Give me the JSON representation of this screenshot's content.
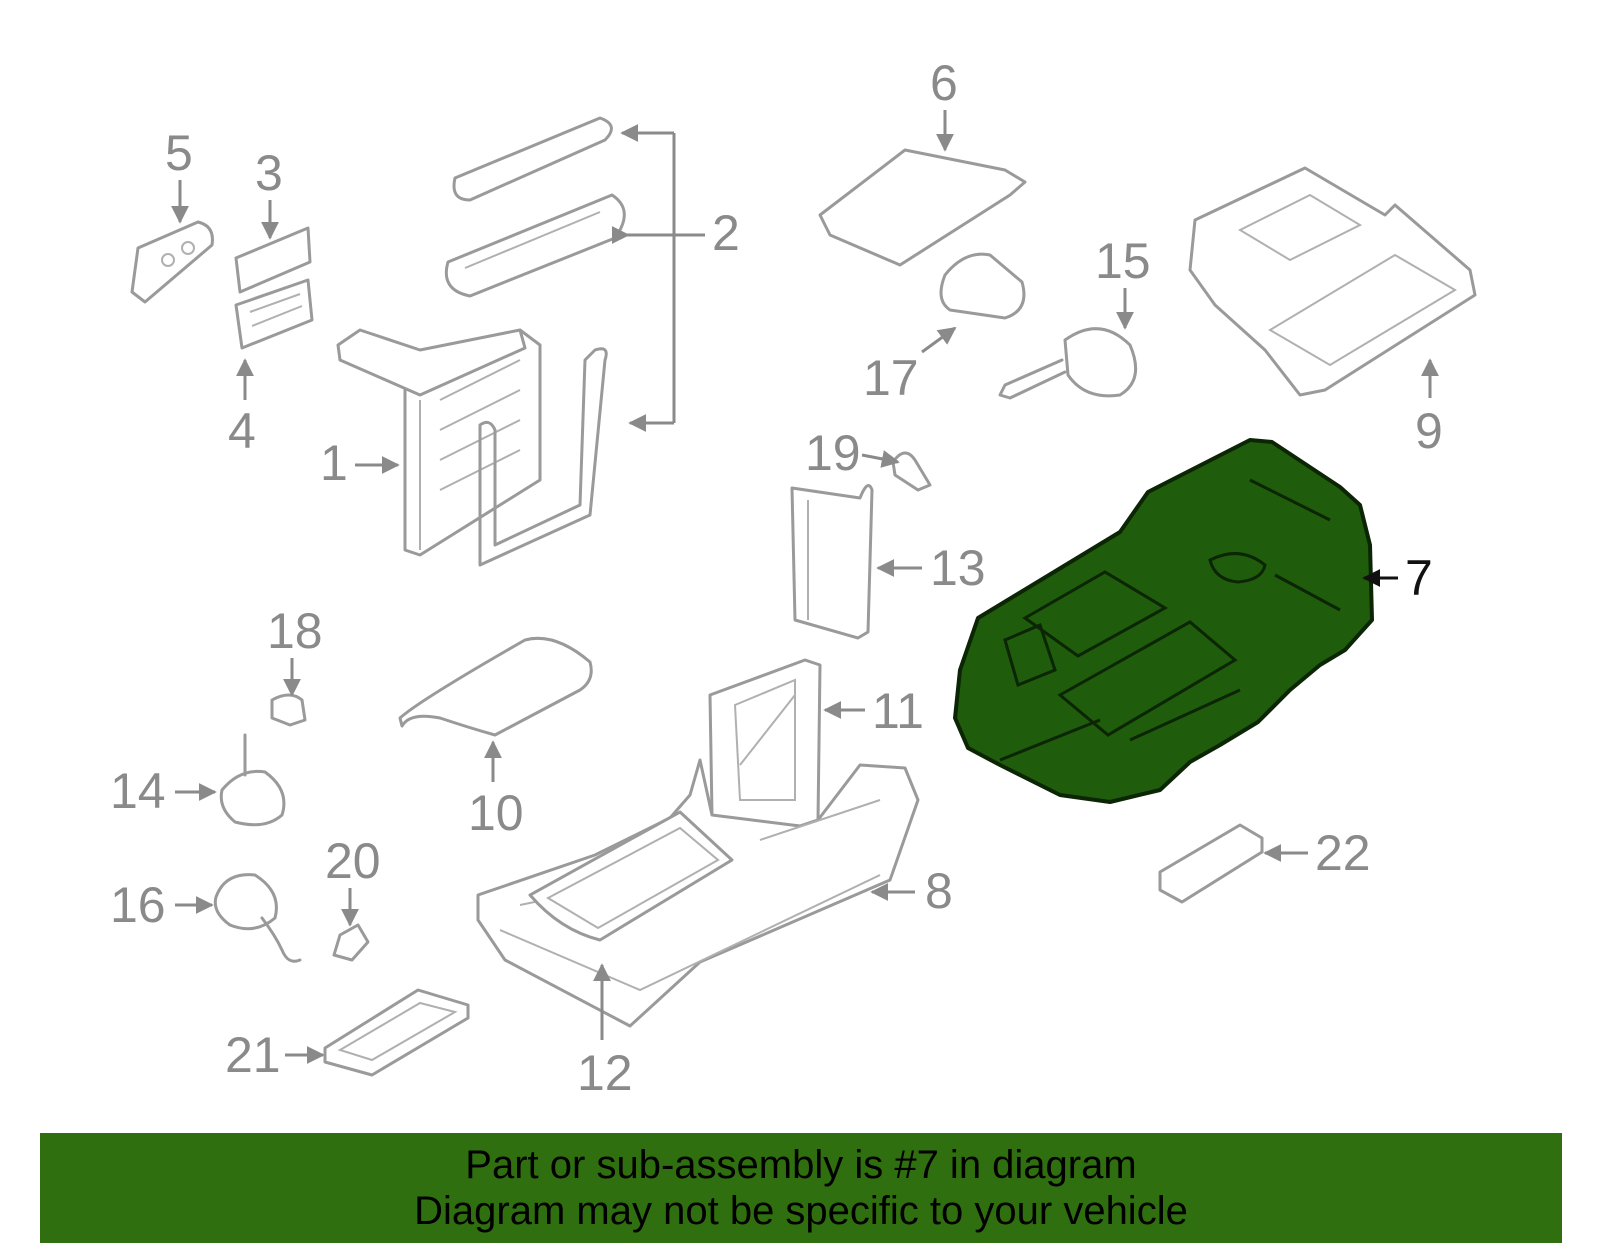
{
  "callouts": {
    "c1": "1",
    "c2": "2",
    "c3": "3",
    "c4": "4",
    "c5": "5",
    "c6": "6",
    "c7": "7",
    "c8": "8",
    "c9": "9",
    "c10": "10",
    "c11": "11",
    "c12": "12",
    "c13": "13",
    "c14": "14",
    "c15": "15",
    "c16": "16",
    "c17": "17",
    "c18": "18",
    "c19": "19",
    "c20": "20",
    "c21": "21",
    "c22": "22"
  },
  "highlight": {
    "part_number": "7",
    "color": "#1f5c0b"
  },
  "banner": {
    "line1": "Part or sub-assembly is #7 in diagram",
    "line2": "Diagram may not be specific to your vehicle",
    "color": "#2f6f0f"
  }
}
